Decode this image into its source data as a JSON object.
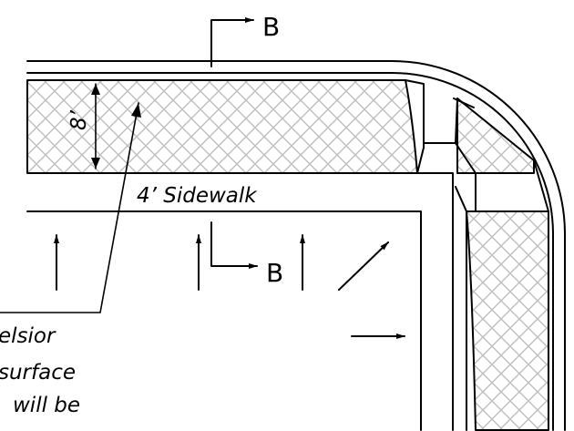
{
  "section_marker": {
    "letter": "B"
  },
  "labels": {
    "sidewalk": "4’ Sidewalk",
    "width_dim": "8’"
  },
  "note_lines": [
    "elsior",
    "surface",
    "will be"
  ],
  "icons": [
    "arrow-up-icon",
    "arrow-diagonal-icon",
    "arrow-right-icon",
    "section-cut-arrow-icon"
  ],
  "colors": {
    "line": "#000000",
    "hatch": "#bdbdbd",
    "background": "#ffffff"
  }
}
